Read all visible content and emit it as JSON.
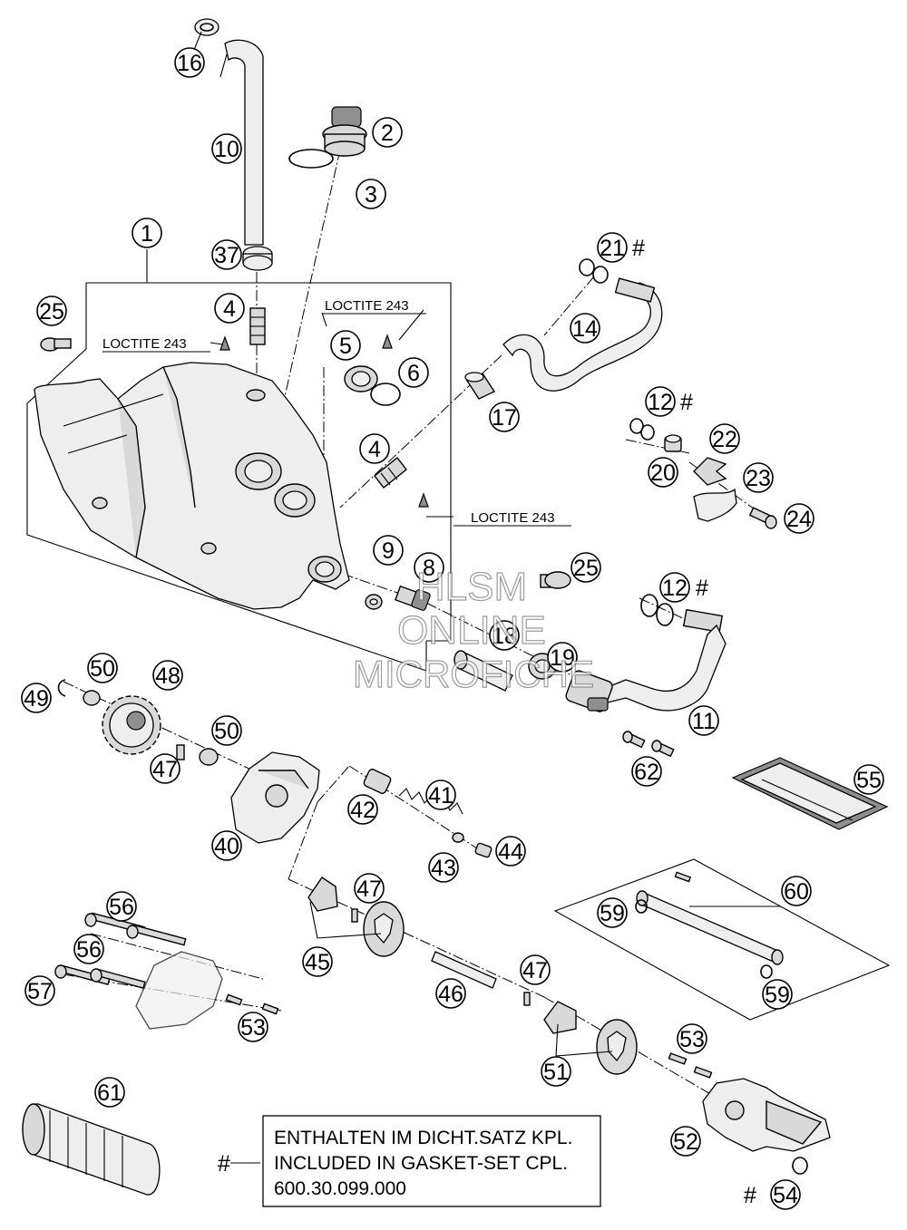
{
  "parts": [
    {
      "id": "callout-1",
      "label": "1"
    },
    {
      "id": "callout-2",
      "label": "2"
    },
    {
      "id": "callout-3",
      "label": "3"
    },
    {
      "id": "callout-4a",
      "label": "4"
    },
    {
      "id": "callout-4b",
      "label": "4"
    },
    {
      "id": "callout-5",
      "label": "5"
    },
    {
      "id": "callout-6",
      "label": "6"
    },
    {
      "id": "callout-8",
      "label": "8"
    },
    {
      "id": "callout-9",
      "label": "9"
    },
    {
      "id": "callout-10",
      "label": "10"
    },
    {
      "id": "callout-11",
      "label": "11"
    },
    {
      "id": "callout-12a",
      "label": "12"
    },
    {
      "id": "callout-12b",
      "label": "12"
    },
    {
      "id": "callout-14",
      "label": "14"
    },
    {
      "id": "callout-16",
      "label": "16"
    },
    {
      "id": "callout-17",
      "label": "17"
    },
    {
      "id": "callout-18",
      "label": "18"
    },
    {
      "id": "callout-19",
      "label": "19"
    },
    {
      "id": "callout-20",
      "label": "20"
    },
    {
      "id": "callout-21",
      "label": "21"
    },
    {
      "id": "callout-22",
      "label": "22"
    },
    {
      "id": "callout-23",
      "label": "23"
    },
    {
      "id": "callout-24",
      "label": "24"
    },
    {
      "id": "callout-25a",
      "label": "25"
    },
    {
      "id": "callout-25b",
      "label": "25"
    },
    {
      "id": "callout-37",
      "label": "37"
    },
    {
      "id": "callout-40",
      "label": "40"
    },
    {
      "id": "callout-41",
      "label": "41"
    },
    {
      "id": "callout-42",
      "label": "42"
    },
    {
      "id": "callout-43",
      "label": "43"
    },
    {
      "id": "callout-44",
      "label": "44"
    },
    {
      "id": "callout-45",
      "label": "45"
    },
    {
      "id": "callout-46",
      "label": "46"
    },
    {
      "id": "callout-47a",
      "label": "47"
    },
    {
      "id": "callout-47b",
      "label": "47"
    },
    {
      "id": "callout-47c",
      "label": "47"
    },
    {
      "id": "callout-48",
      "label": "48"
    },
    {
      "id": "callout-49",
      "label": "49"
    },
    {
      "id": "callout-50a",
      "label": "50"
    },
    {
      "id": "callout-50b",
      "label": "50"
    },
    {
      "id": "callout-51",
      "label": "51"
    },
    {
      "id": "callout-52",
      "label": "52"
    },
    {
      "id": "callout-53a",
      "label": "53"
    },
    {
      "id": "callout-53b",
      "label": "53"
    },
    {
      "id": "callout-54",
      "label": "54"
    },
    {
      "id": "callout-55",
      "label": "55"
    },
    {
      "id": "callout-56a",
      "label": "56"
    },
    {
      "id": "callout-56b",
      "label": "56"
    },
    {
      "id": "callout-57",
      "label": "57"
    },
    {
      "id": "callout-59a",
      "label": "59"
    },
    {
      "id": "callout-59b",
      "label": "59"
    },
    {
      "id": "callout-60",
      "label": "60"
    },
    {
      "id": "callout-61",
      "label": "61"
    },
    {
      "id": "callout-62",
      "label": "62"
    }
  ],
  "hash_marks": {
    "h21": "#",
    "h12a": "#",
    "h12b": "#",
    "h54": "#",
    "note": "#"
  },
  "loctite": {
    "l1": "LOCTITE 243",
    "l2": "LOCTITE 243",
    "l3": "LOCTITE 243"
  },
  "note": {
    "line1": "ENTHALTEN IM DICHT.SATZ KPL.",
    "line2": "INCLUDED IN GASKET-SET CPL.",
    "line3": "600.30.099.000"
  },
  "watermark": {
    "line1": "HLSM",
    "line2": "ONLINE",
    "line3": "MICROFICHE"
  }
}
